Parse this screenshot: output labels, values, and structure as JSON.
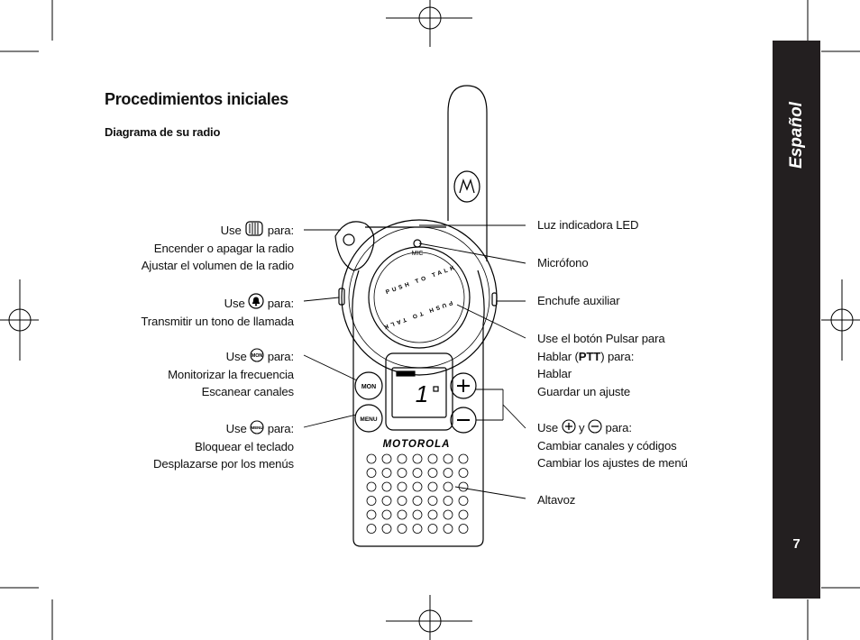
{
  "page": {
    "title": "Procedimientos iniciales",
    "subtitle": "Diagrama de su radio",
    "side_tab": "Español",
    "page_number": "7"
  },
  "icons": {
    "power_knob": "power-volume-knob-icon",
    "call_tone": "call-tone-bell-icon",
    "mon": "mon-button-icon",
    "menu": "menu-button-icon",
    "plus": "plus-circle-icon",
    "minus": "minus-circle-icon"
  },
  "left_labels": {
    "knob": {
      "use": "Use",
      "para": "para:",
      "l1": "Encender o apagar la radio",
      "l2": "Ajustar el volumen de la radio"
    },
    "call": {
      "use": "Use",
      "para": "para:",
      "l1": "Transmitir un tono de llamada"
    },
    "mon": {
      "use": "Use",
      "para": "para:",
      "l1": "Monitorizar la frecuencia",
      "l2": "Escanear canales"
    },
    "menu": {
      "use": "Use",
      "para": "para:",
      "l1": "Bloquear el teclado",
      "l2": "Desplazarse por los menús"
    }
  },
  "right_labels": {
    "led": "Luz indicadora LED",
    "mic": "Micrófono",
    "aux": "Enchufe auxiliar",
    "ptt": {
      "l1": "Use el botón Pulsar para",
      "l2a": "Hablar (",
      "l2b": "PTT",
      "l2c": ") para:",
      "l3": "Hablar",
      "l4": "Guardar un ajuste"
    },
    "plusminus": {
      "use": "Use",
      "y": "y",
      "para": "para:",
      "l1": "Cambiar canales y códigos",
      "l2": "Cambiar los ajustes de menú"
    },
    "speaker": "Altavoz"
  },
  "radio": {
    "brand": "MOTOROLA",
    "mic_label": "MIC",
    "ptt_ring_text": "PUSH TO TALK",
    "mon_label": "MON",
    "menu_label": "MENU",
    "display_digit": "1"
  }
}
